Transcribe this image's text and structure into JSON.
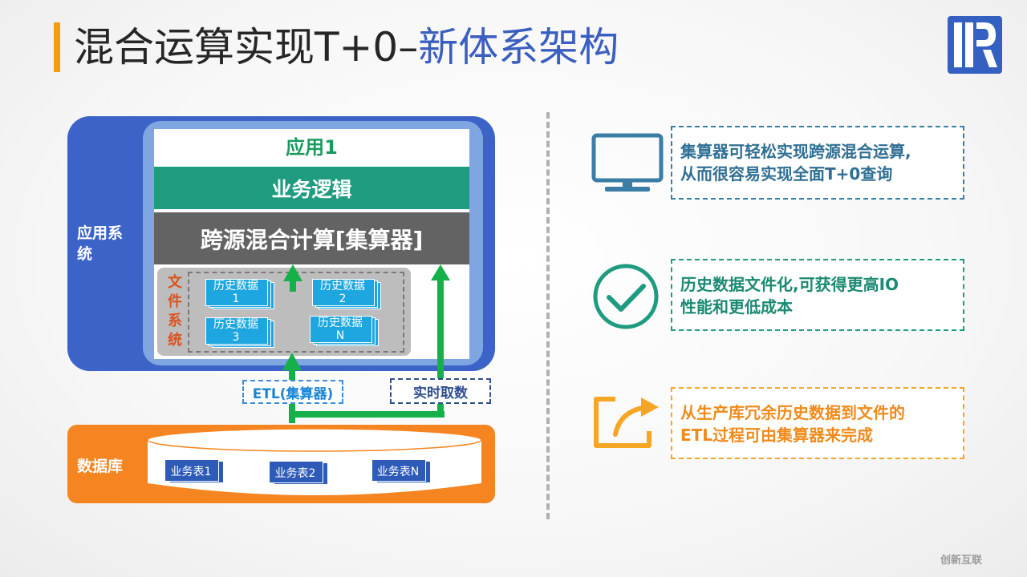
{
  "title": {
    "main": "混合运算实现T+0–",
    "highlight": "新体系架构"
  },
  "diagram": {
    "app_title": "应用1",
    "business_logic": "业务逻辑",
    "mixed_compute": "跨源混合计算[集算器]",
    "file_system_label": "文件系统",
    "app_system_label": "应用系统",
    "history_files": [
      {
        "name": "历史数据",
        "id": "1"
      },
      {
        "name": "历史数据",
        "id": "2"
      },
      {
        "name": "历史数据",
        "id": "3"
      },
      {
        "name": "历史数据",
        "id": "N"
      }
    ],
    "etl_label": "ETL(集算器)",
    "realtime_label": "实时取数",
    "database_label": "数据库",
    "tables": [
      "业务表1",
      "业务表2",
      "业务表N"
    ]
  },
  "features": [
    {
      "icon": "monitor-icon",
      "line1": "集算器可轻松实现跨源混合运算,",
      "line2": "从而很容易实现全面T+0查询"
    },
    {
      "icon": "check-circle-icon",
      "line1": "历史数据文件化,可获得更高IO",
      "line2": "性能和更低成本"
    },
    {
      "icon": "share-arrow-icon",
      "line1": "从生产库冗余历史数据到文件的",
      "line2": "ETL过程可由集算器来完成"
    }
  ],
  "watermark": "创新互联",
  "colors": {
    "title_accent": "#f39c12",
    "highlight": "#3b5fc0",
    "arrow_green": "#16b04a",
    "db_orange": "#f58520"
  }
}
